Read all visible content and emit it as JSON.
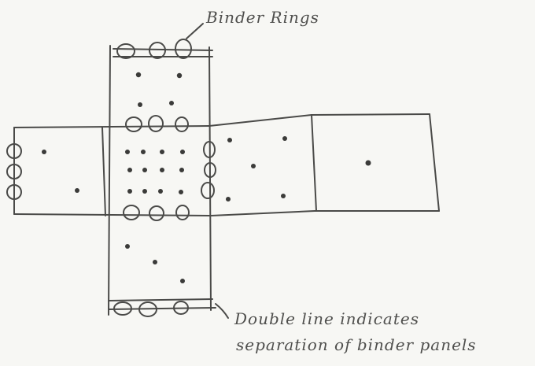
{
  "labels": {
    "top": "Binder Rings",
    "bottom_line1": "Double line indicates",
    "bottom_line2": "separation of binder panels"
  }
}
